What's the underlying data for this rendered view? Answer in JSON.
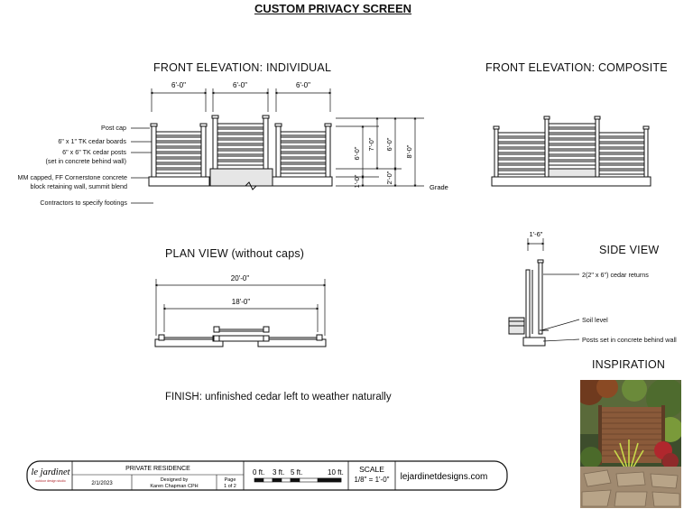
{
  "title": "CUSTOM PRIVACY SCREEN",
  "front_individual": {
    "heading": "FRONT ELEVATION: INDIVIDUAL",
    "dims": [
      "6'-0\"",
      "6'-0\"",
      "6'-0\""
    ],
    "vertical_dims": [
      "6'-0\"",
      "7'-0\"",
      "1'-0\"",
      "6'-0\"",
      "2'-0\"",
      "8'-0\""
    ],
    "grade_label": "Grade",
    "callouts": [
      "Post cap",
      "6\" x 1\" TK cedar boards",
      "6\" x 6\" TK cedar posts",
      "(set in concrete behind wall)",
      "MM capped, FF Cornerstone concrete",
      "block retaining wall, summit blend",
      "Contractors to specify footings"
    ]
  },
  "front_composite": {
    "heading": "FRONT ELEVATION: COMPOSITE"
  },
  "plan_view": {
    "heading": "PLAN VIEW (without caps)",
    "dim_outer": "20'-0\"",
    "dim_inner": "18'-0\""
  },
  "side_view": {
    "heading": "SIDE VIEW",
    "dim": "1'-6\"",
    "callouts": [
      "2(2\" x 6\") cedar returns",
      "Soil level",
      "Posts set in concrete behind wall"
    ]
  },
  "finish": "FINISH: unfinished cedar left to weather naturally",
  "inspiration": {
    "heading": "INSPIRATION"
  },
  "title_block": {
    "logo": "le jardinet",
    "logo_sub": "outdoor design studio",
    "project": "PRIVATE RESIDENCE",
    "date": "2/1/2023",
    "designed_by_label": "Designed by",
    "designer": "Karen Chapman CPH",
    "page_label": "Page",
    "page": "1 of 2",
    "scale_ticks": [
      "0 ft.",
      "3 ft.",
      "5 ft.",
      "10 ft."
    ],
    "scale_label": "SCALE",
    "scale_value": "1/8\" = 1'-0\"",
    "website": "lejardinetdesigns.com"
  },
  "colors": {
    "ink": "#111111",
    "wall": "#e6e6e6",
    "brand": "#b0272d"
  }
}
